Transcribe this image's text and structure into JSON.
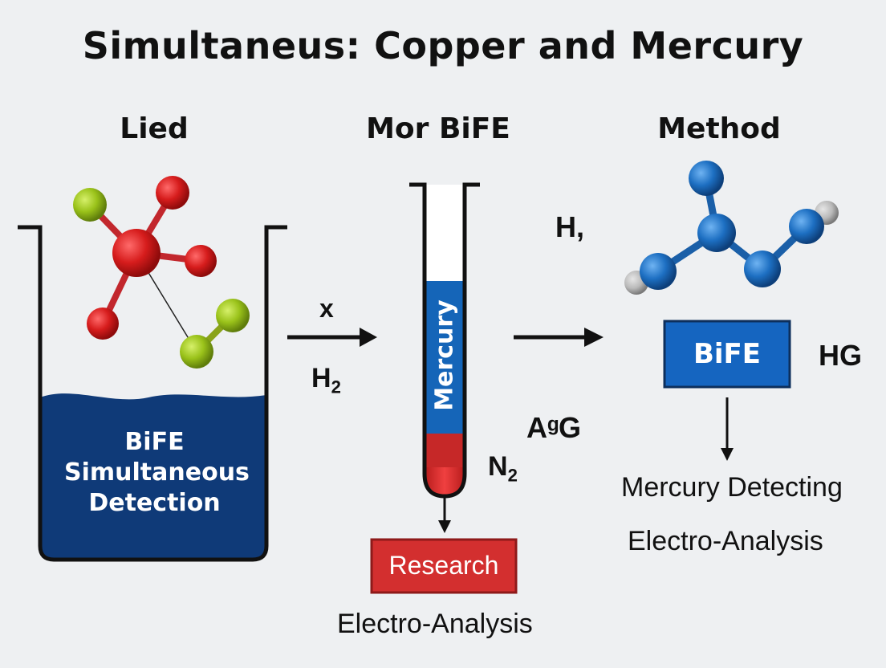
{
  "title": "Simultaneus: Copper and Mercury",
  "columns": {
    "left": "Lied",
    "middle": "Mor BiFE",
    "right": "Method"
  },
  "beaker": {
    "line1": "BiFE",
    "line2": "Simultaneous",
    "line3": "Detection"
  },
  "arrow1": {
    "top_label": "x",
    "bottom_label_main": "H",
    "bottom_label_sub": "2"
  },
  "tube": {
    "label": "Mercury"
  },
  "labels": {
    "h_comma": "H,",
    "agg": "AᵍG",
    "n2_main": "N",
    "n2_sub": "2",
    "hg": "HG"
  },
  "research_box": {
    "label": "Research"
  },
  "electro_bottom": "Electro-Analysis",
  "bife_box": {
    "label": "BiFE"
  },
  "right_text": {
    "line1": "Mercury Detecting",
    "line2": "Electro-Analysis"
  },
  "colors": {
    "beaker_fill": "#0f3a78",
    "tube_blue": "#1565b8",
    "tube_red": "#d42b2b",
    "research_red": "#d32f2f",
    "bife_blue": "#1565c0",
    "atom_red": "#d61c1c",
    "atom_green": "#9ac21a",
    "atom_blue": "#1d6fc2",
    "atom_gray": "#b9b9b9"
  }
}
